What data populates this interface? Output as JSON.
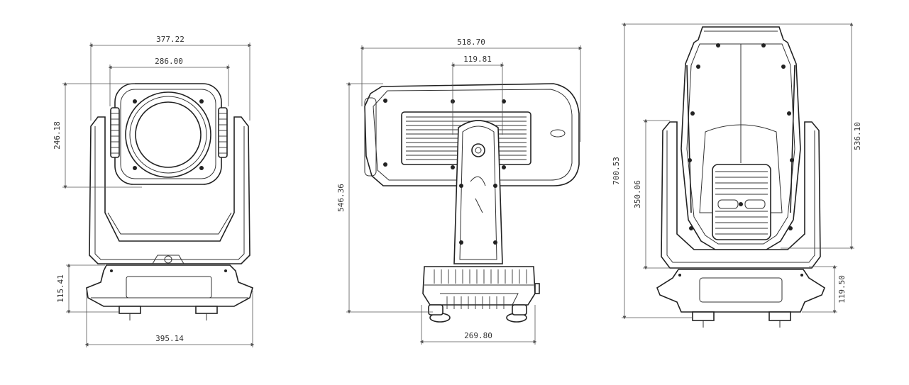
{
  "views": {
    "front": {
      "width_top": "377.22",
      "head_width": "286.00",
      "head_height": "246.18",
      "base_height": "115.41",
      "base_width": "395.14"
    },
    "side": {
      "total_width": "518.70",
      "arm_width": "119.81",
      "total_height": "546.36",
      "base_width": "269.80"
    },
    "back": {
      "total_height": "700.53",
      "yoke_height": "350.06",
      "head_height": "536.10",
      "base_height": "119.50"
    }
  }
}
